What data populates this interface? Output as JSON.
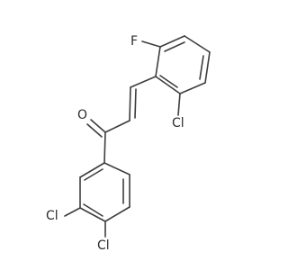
{
  "molecule": {
    "atoms": {
      "fluorine": "F",
      "oxygen": "O",
      "chlorine_ring_ortho": "Cl",
      "chlorine_meta": "Cl",
      "chlorine_para": "Cl"
    }
  },
  "colors": {
    "bond": "#3d3d3d",
    "label": "#2b2b2b",
    "background": "#ffffff"
  }
}
